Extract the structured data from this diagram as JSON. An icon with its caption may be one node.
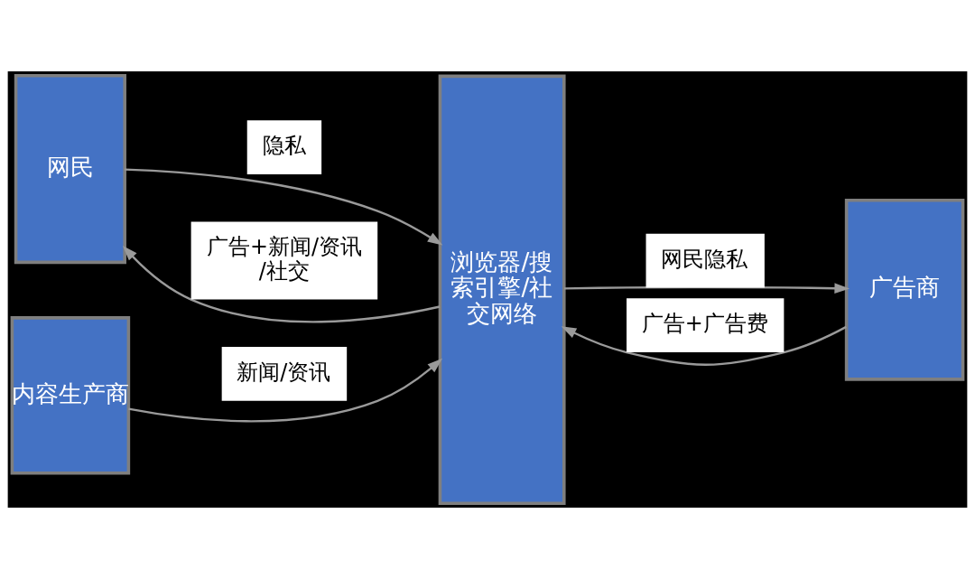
{
  "diagram": {
    "nodes": [
      {
        "text": [
          "网民"
        ]
      },
      {
        "text": [
          "浏览器/搜索引擎/社交网络"
        ]
      },
      {
        "text": [
          "内容生产商"
        ]
      },
      {
        "text": [
          "广告商"
        ]
      }
    ],
    "edges": [
      {
        "from": 0,
        "to": 1,
        "arrow": "to",
        "label": "隐私"
      },
      {
        "from": 1,
        "to": 0,
        "arrow": "to",
        "label": "广告+新闻/资讯/社交"
      },
      {
        "from": 2,
        "to": 1,
        "arrow": "to",
        "label": "新闻/资讯"
      },
      {
        "from": 1,
        "to": 3,
        "arrow": "to",
        "label": "网民隐私"
      },
      {
        "from": 3,
        "to": 1,
        "arrow": "to",
        "label": "广告+广告费"
      }
    ]
  }
}
